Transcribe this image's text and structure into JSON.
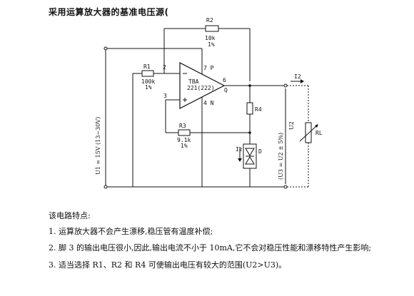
{
  "title": "采用运算放大器的基准电压源(",
  "circuit": {
    "r1": {
      "name": "R1",
      "value": "100k",
      "tol": "1%",
      "pin": "2"
    },
    "r2": {
      "name": "R2",
      "value": "10k",
      "tol": "1%"
    },
    "r3": {
      "name": "R3",
      "value": "9.1k",
      "tol": "1%"
    },
    "r4": {
      "name": "R4"
    },
    "rl": {
      "name": "RL"
    },
    "diode": {
      "name": "D"
    },
    "opamp": {
      "line1": "TBA",
      "line2": "221(222)",
      "pin2": "2",
      "pin3": "3",
      "pin4": "4 N",
      "pin6": "6",
      "pin7": "7 P",
      "q": "Q"
    },
    "supply": "U1 = 15V (13~30V)",
    "i2": "I2",
    "u2": "U2",
    "u3": "(U3 = U2 ± 5%)",
    "iz": "Iz",
    "pin3": "3"
  },
  "notes": {
    "heading": "该电路特点:",
    "items": [
      "1. 运算放大器不会产生漂移,稳压管有温度补偿;",
      "2. 脚 3 的输出电压很小,因此,输出电流不小于 10mA,它不会对稳压性能和漂移特性产生影响;",
      "3. 适当选择 R1、R2 和 R4 可使输出电压有较大的范围(U2>U3)。"
    ]
  }
}
